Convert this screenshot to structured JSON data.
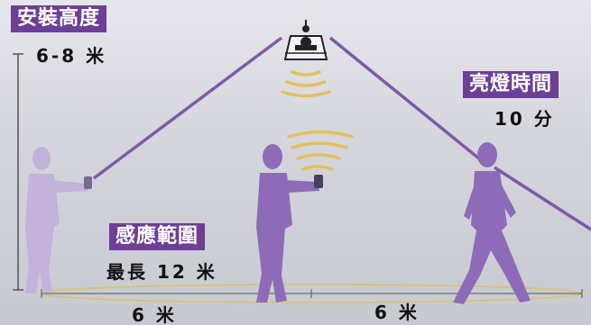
{
  "labels": {
    "install_height": {
      "title": "安裝高度",
      "value": "6-8 米"
    },
    "lighting_time": {
      "title": "亮燈時間",
      "value": "10 分"
    },
    "sensing_range": {
      "title": "感應範圍",
      "value": "最長 12 米"
    }
  },
  "distances": {
    "left": "6 米",
    "right": "6 米"
  },
  "colors": {
    "accent": "#6d3f96",
    "person": "#8e6bb8",
    "person_faded": "#c3b2da",
    "beam": "#7d5aa6",
    "wave": "#e3c15d",
    "floor_ring": "#d8c36a"
  },
  "icons": {
    "sensor": "motion-sensor-lamp-icon",
    "waves": "signal-wave-icon"
  }
}
